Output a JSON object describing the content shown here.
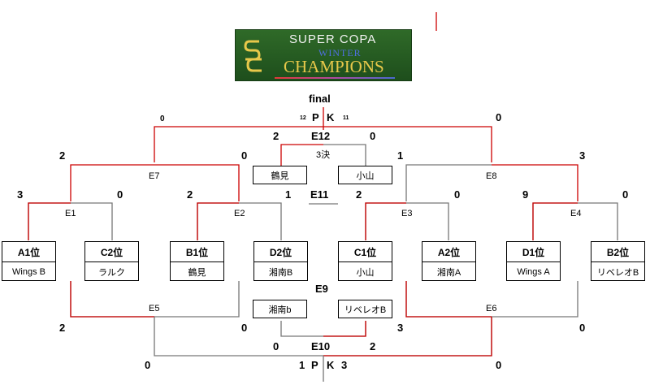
{
  "logo": {
    "line1": "SUPER COPA",
    "line2": "WINTER",
    "line3": "CHAMPIONS",
    "accent_colors": [
      "#2f6a28",
      "#e8c84a",
      "#4f6fe0",
      "#e23a3a"
    ]
  },
  "colors": {
    "winner_line": "#cc0000",
    "loser_line": "#777777",
    "box_border": "#000000"
  },
  "final": {
    "label": "final",
    "pk_p": "P",
    "pk_k": "K",
    "pk_left": "12",
    "pk_right": "11",
    "score_left": "0",
    "score_right": "0"
  },
  "matches": {
    "E12": {
      "label": "E12",
      "score_left": "2",
      "score_right": "0"
    },
    "third_place": {
      "label": "3決",
      "team_left": "鶴見",
      "team_right": "小山"
    },
    "E11": {
      "label": "E11",
      "score_left": "1",
      "score_right": "2"
    },
    "E7": {
      "label": "E7",
      "score_left": "2",
      "score_right": "0"
    },
    "E8": {
      "label": "E8",
      "score_left": "1",
      "score_right": "3"
    },
    "E1": {
      "label": "E1",
      "score_left": "3",
      "score_right": "0"
    },
    "E2": {
      "label": "E2",
      "score_left": "2",
      "score_right": "1"
    },
    "E3": {
      "label": "E3",
      "score_left": "2",
      "score_right": "0"
    },
    "E4": {
      "label": "E4",
      "score_left": "9",
      "score_right": "0"
    },
    "E9": {
      "label": "E9",
      "team_left": "湘南b",
      "team_right": "リベレオB"
    },
    "E5": {
      "label": "E5",
      "score_left": "2",
      "score_right": "0"
    },
    "E6": {
      "label": "E6",
      "score_left": "3",
      "score_right": "0"
    },
    "E10": {
      "label": "E10",
      "score_left": "0",
      "score_right": "2"
    },
    "bottom_final": {
      "score_left": "0",
      "score_right": "0",
      "pk_left": "1",
      "pk_p": "P",
      "pk_k": "K",
      "pk_right": "3"
    }
  },
  "teams": [
    {
      "seed": "A1位",
      "name": "Wings B"
    },
    {
      "seed": "C2位",
      "name": "ラルク"
    },
    {
      "seed": "B1位",
      "name": "鶴見"
    },
    {
      "seed": "D2位",
      "name": "湘南B"
    },
    {
      "seed": "C1位",
      "name": "小山"
    },
    {
      "seed": "A2位",
      "name": "湘南A"
    },
    {
      "seed": "D1位",
      "name": "Wings A"
    },
    {
      "seed": "B2位",
      "name": "リベレオB"
    }
  ]
}
